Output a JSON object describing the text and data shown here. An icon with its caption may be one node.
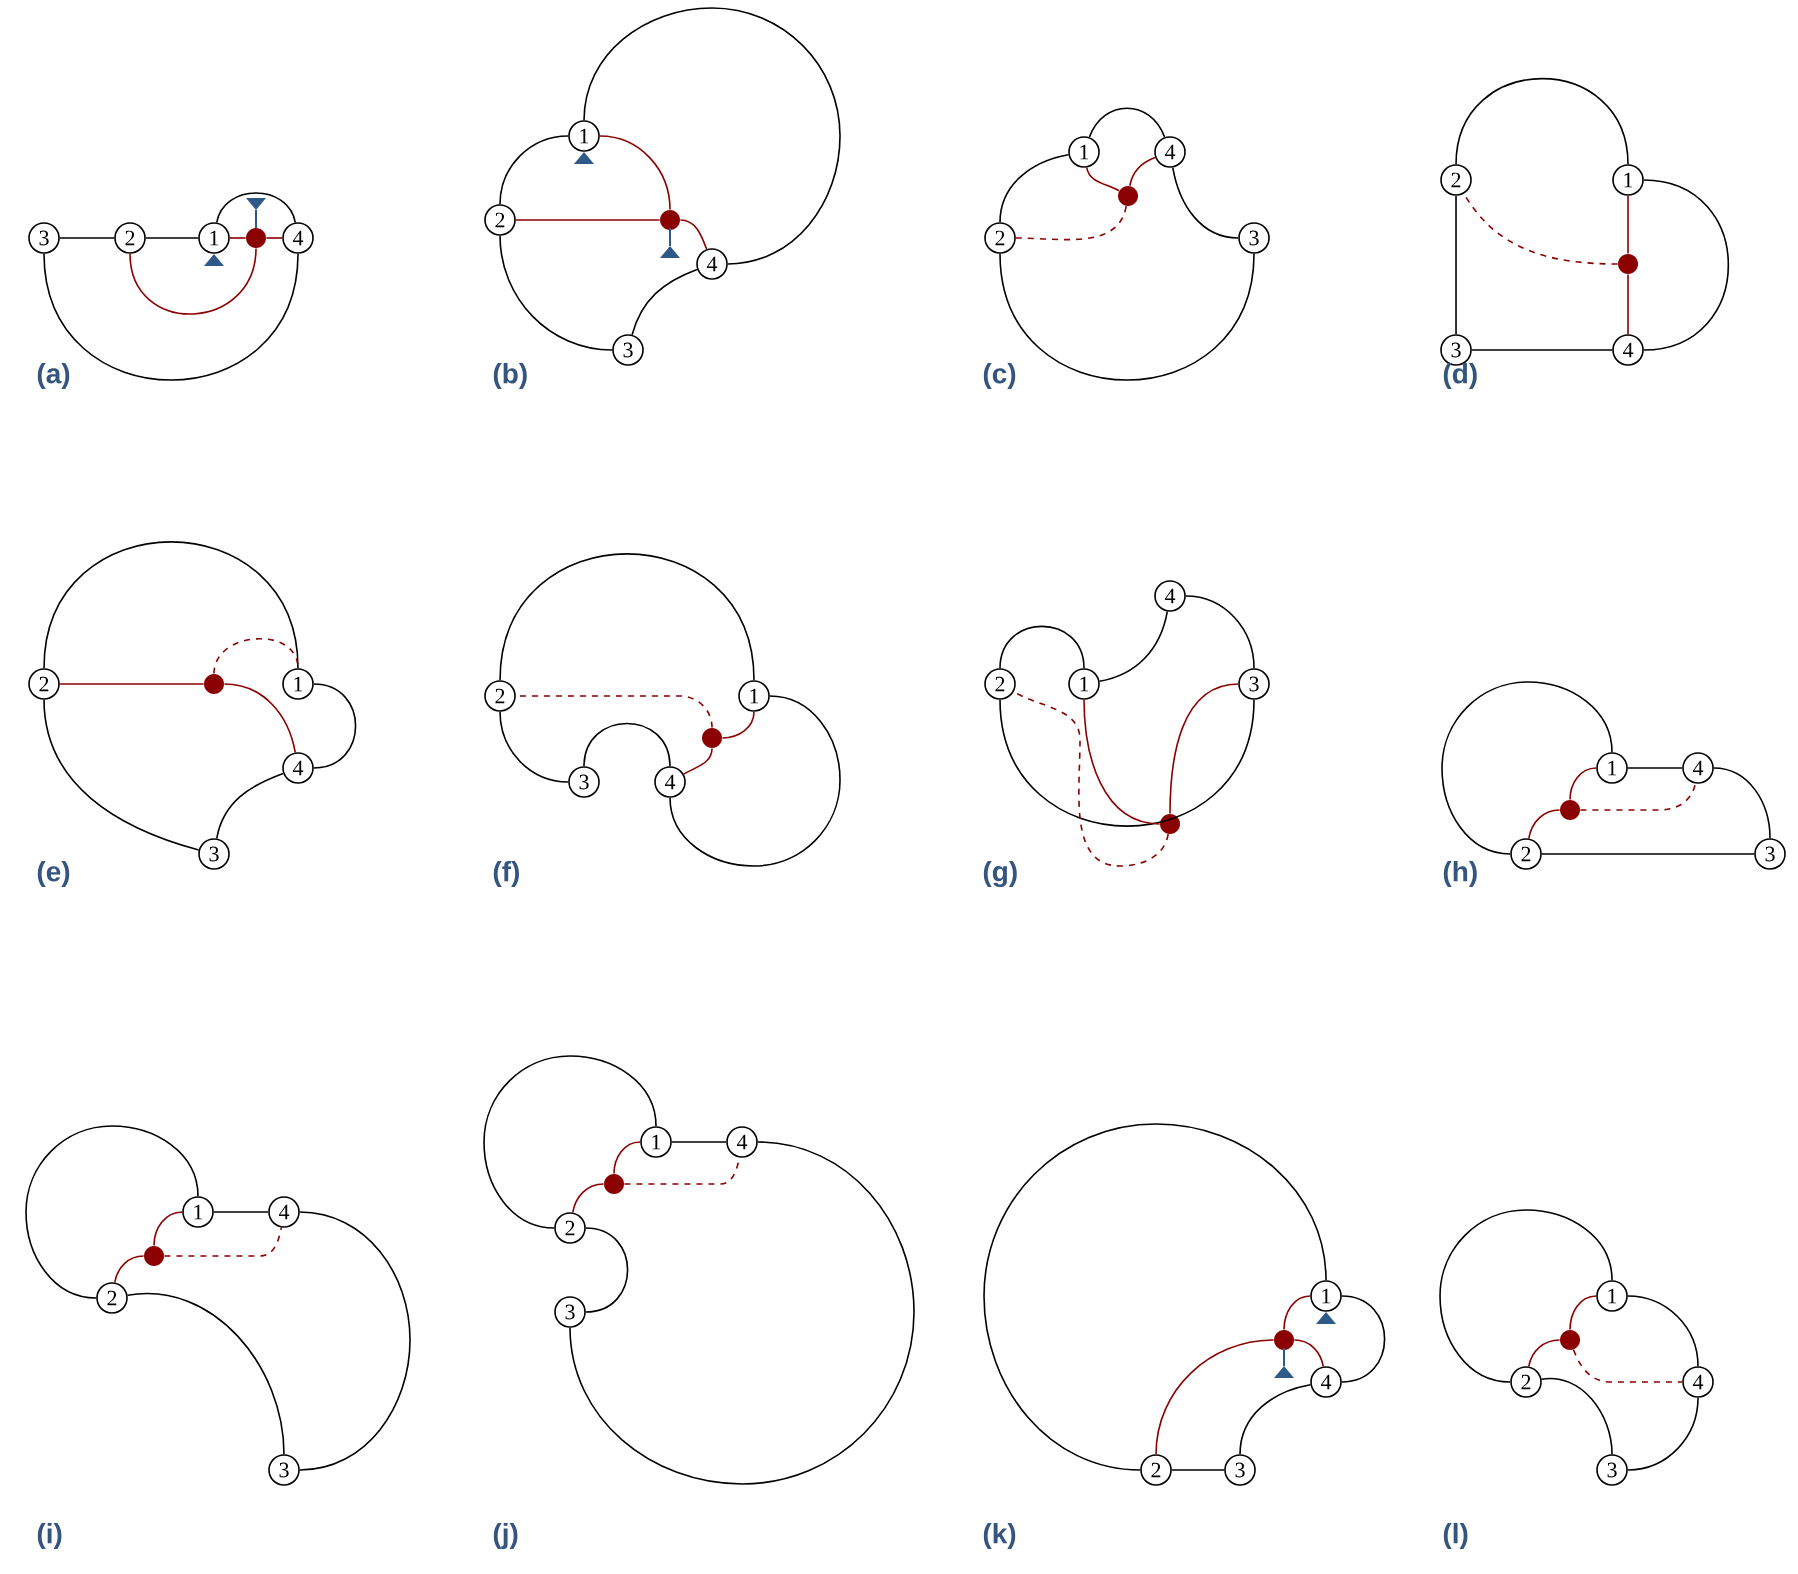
{
  "diagram": {
    "nodes": [
      {
        "text": [
          "1"
        ]
      },
      {
        "text": [
          "2"
        ]
      },
      {
        "text": [
          "3"
        ]
      },
      {
        "text": [
          "4"
        ]
      },
      {
        "text": [],
        "shape": "circle"
      },
      {
        "text": [
          "1"
        ]
      },
      {
        "text": [
          "2"
        ]
      },
      {
        "text": [
          "3"
        ]
      },
      {
        "text": [
          "4"
        ]
      },
      {
        "text": [],
        "shape": "circle"
      },
      {
        "text": [
          "1"
        ]
      },
      {
        "text": [
          "2"
        ]
      },
      {
        "text": [
          "3"
        ]
      },
      {
        "text": [
          "4"
        ]
      },
      {
        "text": [],
        "shape": "circle"
      },
      {
        "text": [
          "1"
        ]
      },
      {
        "text": [
          "2"
        ]
      },
      {
        "text": [
          "3"
        ]
      },
      {
        "text": [
          "4"
        ]
      },
      {
        "text": [],
        "shape": "circle"
      },
      {
        "text": [
          "1"
        ]
      },
      {
        "text": [
          "2"
        ]
      },
      {
        "text": [
          "3"
        ]
      },
      {
        "text": [
          "4"
        ]
      },
      {
        "text": [],
        "shape": "circle"
      },
      {
        "text": [
          "1"
        ]
      },
      {
        "text": [
          "2"
        ]
      },
      {
        "text": [
          "3"
        ]
      },
      {
        "text": [
          "4"
        ]
      },
      {
        "text": [],
        "shape": "circle"
      },
      {
        "text": [
          "1"
        ]
      },
      {
        "text": [
          "2"
        ]
      },
      {
        "text": [
          "3"
        ]
      },
      {
        "text": [
          "4"
        ]
      },
      {
        "text": [],
        "shape": "circle"
      },
      {
        "text": [
          "1"
        ]
      },
      {
        "text": [
          "2"
        ]
      },
      {
        "text": [
          "3"
        ]
      },
      {
        "text": [
          "4"
        ]
      },
      {
        "text": [],
        "shape": "circle"
      },
      {
        "text": [
          "1"
        ]
      },
      {
        "text": [
          "2"
        ]
      },
      {
        "text": [
          "3"
        ]
      },
      {
        "text": [
          "4"
        ]
      },
      {
        "text": [],
        "shape": "circle"
      },
      {
        "text": [
          "1"
        ]
      },
      {
        "text": [
          "2"
        ]
      },
      {
        "text": [
          "3"
        ]
      },
      {
        "text": [
          "4"
        ]
      },
      {
        "text": [],
        "shape": "circle"
      },
      {
        "text": [
          "1"
        ]
      },
      {
        "text": [
          "2"
        ]
      },
      {
        "text": [
          "3"
        ]
      },
      {
        "text": [
          "4"
        ]
      },
      {
        "text": [],
        "shape": "circle"
      },
      {
        "text": [
          "1"
        ]
      },
      {
        "text": [
          "2"
        ]
      },
      {
        "text": [
          "3"
        ]
      },
      {
        "text": [
          "4"
        ]
      },
      {
        "text": [],
        "shape": "circle"
      }
    ],
    "edges": [
      {
        "from": 2,
        "to": 1,
        "arrow": "none"
      },
      {
        "from": 1,
        "to": 0,
        "arrow": "none"
      },
      {
        "from": 0,
        "to": 3,
        "arrow": "none"
      },
      {
        "from": 2,
        "to": 3,
        "arrow": "none"
      },
      {
        "from": 4,
        "to": 0,
        "arrow": "none",
        "color": "#8b0000"
      },
      {
        "from": 4,
        "to": 3,
        "arrow": "none",
        "color": "#8b0000"
      },
      {
        "from": 4,
        "to": 1,
        "arrow": "none",
        "color": "#8b0000"
      },
      {
        "from": 5,
        "to": 6,
        "arrow": "none"
      },
      {
        "from": 6,
        "to": 7,
        "arrow": "none"
      },
      {
        "from": 7,
        "to": 8,
        "arrow": "none"
      },
      {
        "from": 5,
        "to": 8,
        "arrow": "none"
      },
      {
        "from": 9,
        "to": 5,
        "arrow": "none",
        "color": "#8b0000"
      },
      {
        "from": 9,
        "to": 6,
        "arrow": "none",
        "color": "#8b0000"
      },
      {
        "from": 9,
        "to": 8,
        "arrow": "none",
        "color": "#8b0000"
      },
      {
        "from": 10,
        "to": 13,
        "arrow": "none"
      },
      {
        "from": 10,
        "to": 11,
        "arrow": "none"
      },
      {
        "from": 11,
        "to": 12,
        "arrow": "none"
      },
      {
        "from": 13,
        "to": 12,
        "arrow": "none"
      },
      {
        "from": 14,
        "to": 10,
        "arrow": "none",
        "color": "#8b0000"
      },
      {
        "from": 14,
        "to": 13,
        "arrow": "none",
        "color": "#8b0000"
      },
      {
        "from": 14,
        "to": 11,
        "arrow": "none",
        "style": "dashed",
        "color": "#8b0000"
      },
      {
        "from": 16,
        "to": 15,
        "arrow": "none"
      },
      {
        "from": 15,
        "to": 18,
        "arrow": "none"
      },
      {
        "from": 16,
        "to": 17,
        "arrow": "none"
      },
      {
        "from": 17,
        "to": 18,
        "arrow": "none"
      },
      {
        "from": 19,
        "to": 15,
        "arrow": "none",
        "color": "#8b0000"
      },
      {
        "from": 19,
        "to": 18,
        "arrow": "none",
        "color": "#8b0000"
      },
      {
        "from": 19,
        "to": 16,
        "arrow": "none",
        "style": "dashed",
        "color": "#8b0000"
      },
      {
        "from": 21,
        "to": 20,
        "arrow": "none"
      },
      {
        "from": 20,
        "to": 23,
        "arrow": "none"
      },
      {
        "from": 21,
        "to": 22,
        "arrow": "none"
      },
      {
        "from": 22,
        "to": 23,
        "arrow": "none"
      },
      {
        "from": 24,
        "to": 21,
        "arrow": "none",
        "color": "#8b0000"
      },
      {
        "from": 24,
        "to": 23,
        "arrow": "none",
        "color": "#8b0000"
      },
      {
        "from": 24,
        "to": 20,
        "arrow": "none",
        "style": "dashed",
        "color": "#8b0000"
      },
      {
        "from": 26,
        "to": 25,
        "arrow": "none"
      },
      {
        "from": 26,
        "to": 27,
        "arrow": "none"
      },
      {
        "from": 27,
        "to": 28,
        "arrow": "none"
      },
      {
        "from": 25,
        "to": 28,
        "arrow": "none"
      },
      {
        "from": 29,
        "to": 25,
        "arrow": "none",
        "color": "#8b0000"
      },
      {
        "from": 29,
        "to": 28,
        "arrow": "none",
        "color": "#8b0000"
      },
      {
        "from": 29,
        "to": 26,
        "arrow": "none",
        "style": "dashed",
        "color": "#8b0000"
      },
      {
        "from": 31,
        "to": 30,
        "arrow": "none"
      },
      {
        "from": 30,
        "to": 33,
        "arrow": "none"
      },
      {
        "from": 33,
        "to": 32,
        "arrow": "none"
      },
      {
        "from": 31,
        "to": 32,
        "arrow": "none"
      },
      {
        "from": 34,
        "to": 30,
        "arrow": "none",
        "color": "#8b0000"
      },
      {
        "from": 34,
        "to": 32,
        "arrow": "none",
        "color": "#8b0000"
      },
      {
        "from": 34,
        "to": 31,
        "arrow": "none",
        "style": "dashed",
        "color": "#8b0000"
      },
      {
        "from": 35,
        "to": 38,
        "arrow": "none"
      },
      {
        "from": 36,
        "to": 37,
        "arrow": "none"
      },
      {
        "from": 35,
        "to": 36,
        "arrow": "none"
      },
      {
        "from": 38,
        "to": 37,
        "arrow": "none"
      },
      {
        "from": 39,
        "to": 35,
        "arrow": "none",
        "color": "#8b0000"
      },
      {
        "from": 39,
        "to": 36,
        "arrow": "none",
        "color": "#8b0000"
      },
      {
        "from": 39,
        "to": 38,
        "arrow": "none",
        "style": "dashed",
        "color": "#8b0000"
      },
      {
        "from": 40,
        "to": 43,
        "arrow": "none"
      },
      {
        "from": 40,
        "to": 41,
        "arrow": "none"
      },
      {
        "from": 41,
        "to": 42,
        "arrow": "none"
      },
      {
        "from": 43,
        "to": 42,
        "arrow": "none"
      },
      {
        "from": 44,
        "to": 40,
        "arrow": "none",
        "color": "#8b0000"
      },
      {
        "from": 44,
        "to": 41,
        "arrow": "none",
        "color": "#8b0000"
      },
      {
        "from": 44,
        "to": 43,
        "arrow": "none",
        "style": "dashed",
        "color": "#8b0000"
      },
      {
        "from": 45,
        "to": 48,
        "arrow": "none"
      },
      {
        "from": 45,
        "to": 46,
        "arrow": "none"
      },
      {
        "from": 46,
        "to": 47,
        "arrow": "none"
      },
      {
        "from": 47,
        "to": 48,
        "arrow": "none"
      },
      {
        "from": 49,
        "to": 45,
        "arrow": "none",
        "color": "#8b0000"
      },
      {
        "from": 49,
        "to": 46,
        "arrow": "none",
        "color": "#8b0000"
      },
      {
        "from": 49,
        "to": 48,
        "arrow": "none",
        "style": "dashed",
        "color": "#8b0000"
      },
      {
        "from": 51,
        "to": 52,
        "arrow": "none"
      },
      {
        "from": 50,
        "to": 53,
        "arrow": "none"
      },
      {
        "from": 52,
        "to": 53,
        "arrow": "none"
      },
      {
        "from": 50,
        "to": 51,
        "arrow": "none"
      },
      {
        "from": 54,
        "to": 50,
        "arrow": "none",
        "color": "#8b0000"
      },
      {
        "from": 54,
        "to": 53,
        "arrow": "none",
        "color": "#8b0000"
      },
      {
        "from": 54,
        "to": 51,
        "arrow": "none",
        "color": "#8b0000"
      },
      {
        "from": 55,
        "to": 56,
        "arrow": "none"
      },
      {
        "from": 55,
        "to": 58,
        "arrow": "none"
      },
      {
        "from": 56,
        "to": 57,
        "arrow": "none"
      },
      {
        "from": 58,
        "to": 57,
        "arrow": "none"
      },
      {
        "from": 59,
        "to": 55,
        "arrow": "none",
        "color": "#8b0000"
      },
      {
        "from": 59,
        "to": 56,
        "arrow": "none",
        "color": "#8b0000"
      },
      {
        "from": 59,
        "to": 58,
        "arrow": "none",
        "style": "dashed",
        "color": "#8b0000"
      }
    ],
    "labels": [
      "(a)",
      "(b)",
      "(c)",
      "(d)",
      "(e)",
      "(f)",
      "(g)",
      "(h)",
      "(i)",
      "(j)",
      "(k)",
      "(l)"
    ]
  }
}
